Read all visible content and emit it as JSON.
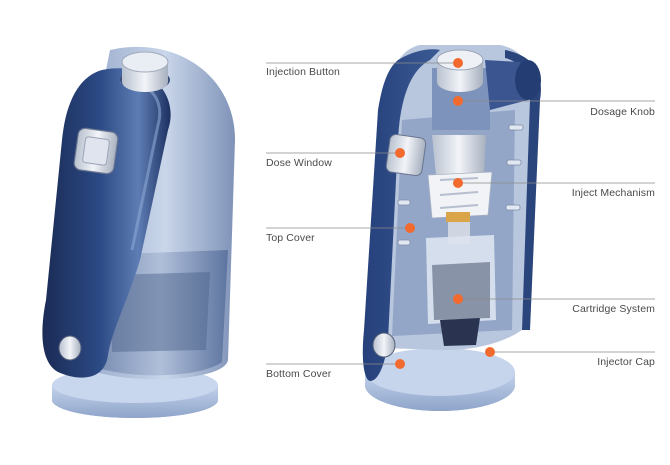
{
  "labels": {
    "injection_button": "Injection Button",
    "dosage_knob": "Dosage Knob",
    "dose_window": "Dose Window",
    "inject_mechanism": "Inject Mechanism",
    "top_cover": "Top Cover",
    "cartridge_system": "Cartridge System",
    "bottom_cover": "Bottom Cover",
    "injector_cap": "Injector Cap"
  },
  "colors": {
    "shell_navy": "#1f3566",
    "shell_highlight": "#5d7bb0",
    "base_blue": "#a9bedd",
    "marker_orange": "#f26a2e",
    "leader_line": "#8a8a8a",
    "label_text": "#4a4a4a"
  }
}
